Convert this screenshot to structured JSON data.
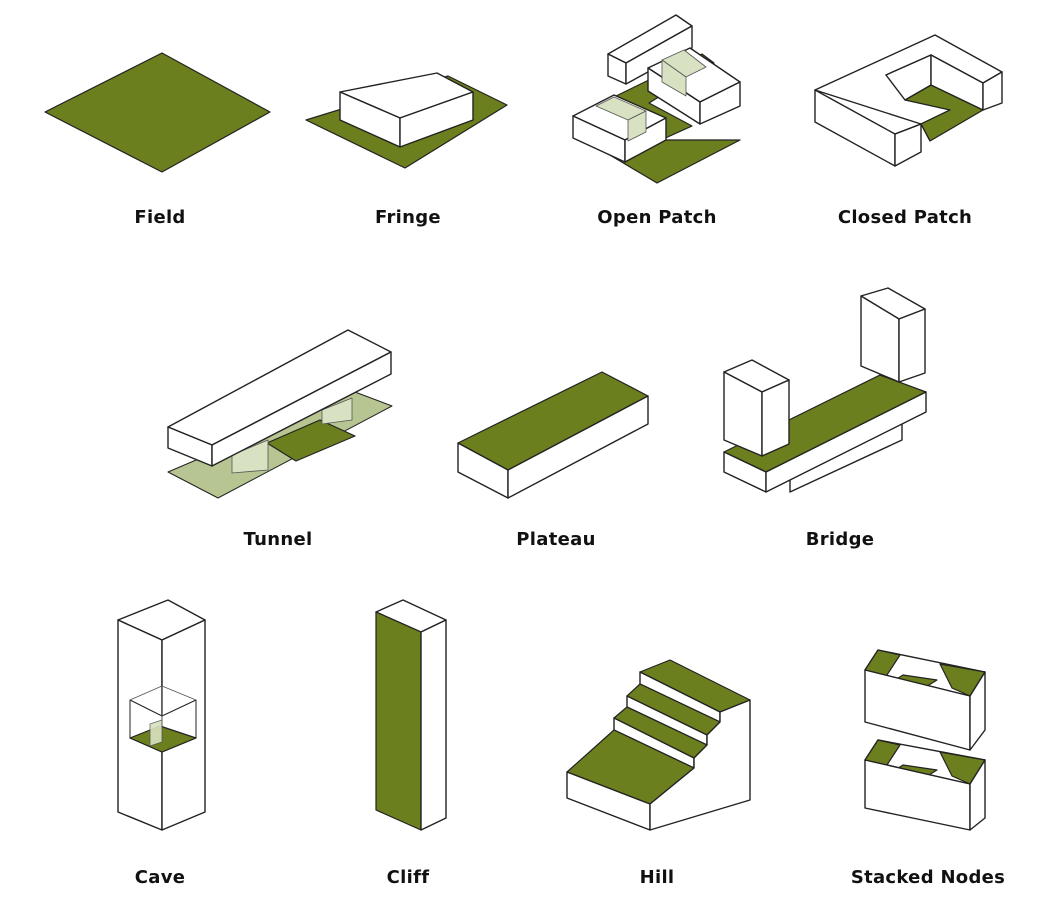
{
  "colors": {
    "green": "#6c7f1e",
    "light_green": "#b7c592",
    "pale_green": "#d8e2c2",
    "outline": "#222222",
    "box_fill": "#ffffff"
  },
  "diagrams": [
    {
      "id": "field",
      "label": "Field"
    },
    {
      "id": "fringe",
      "label": "Fringe"
    },
    {
      "id": "open-patch",
      "label": "Open Patch"
    },
    {
      "id": "closed-patch",
      "label": "Closed Patch"
    },
    {
      "id": "tunnel",
      "label": "Tunnel"
    },
    {
      "id": "plateau",
      "label": "Plateau"
    },
    {
      "id": "bridge",
      "label": "Bridge"
    },
    {
      "id": "cave",
      "label": "Cave"
    },
    {
      "id": "cliff",
      "label": "Cliff"
    },
    {
      "id": "hill",
      "label": "Hill"
    },
    {
      "id": "stacked-nodes",
      "label": "Stacked Nodes"
    }
  ]
}
